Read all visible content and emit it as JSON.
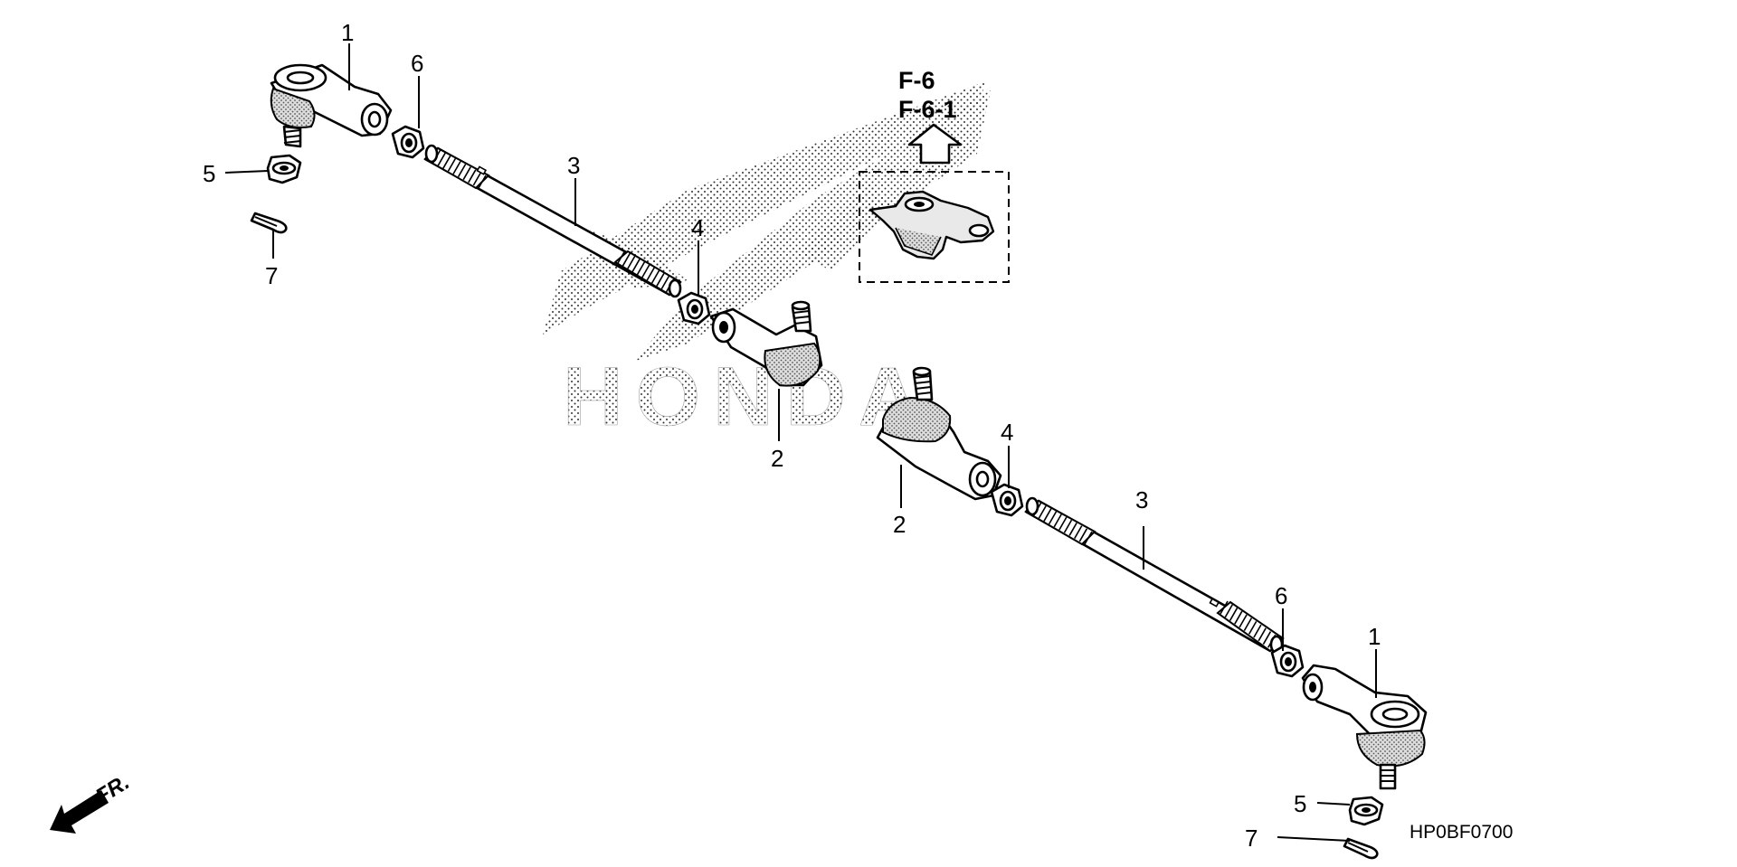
{
  "diagram": {
    "watermark": "HONDA",
    "reference": {
      "line1": "F-6",
      "line2": "F-6-1"
    },
    "callouts": {
      "c1_left": "1",
      "c6_left": "6",
      "c5_left": "5",
      "c7_left": "7",
      "c3_left": "3",
      "c4_left": "4",
      "c2_left": "2",
      "c2_right": "2",
      "c4_right": "4",
      "c3_right": "3",
      "c6_right": "6",
      "c1_right": "1",
      "c5_right": "5",
      "c7_right": "7"
    },
    "part_code": "HP0BF0700",
    "front_indicator": "FR."
  }
}
